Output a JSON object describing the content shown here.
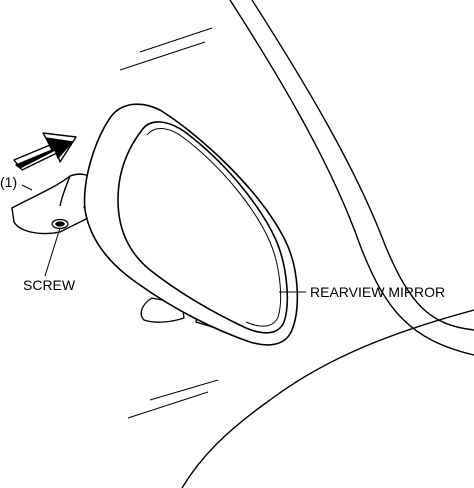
{
  "diagram": {
    "step_marker": "(1)",
    "screw_label": "SCREW",
    "mirror_label": "REARVIEW MIRROR",
    "colors": {
      "line": "#000000",
      "background": "#ffffff"
    },
    "icons": {
      "direction_arrow": "push-arrow-icon"
    }
  }
}
